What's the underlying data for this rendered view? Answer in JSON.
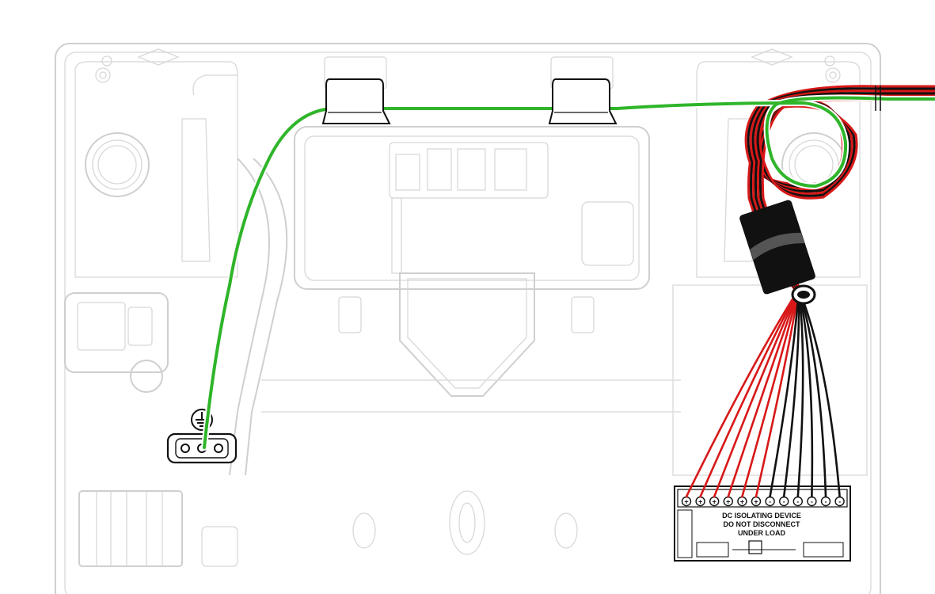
{
  "colors": {
    "earth_wire": "#2fb52a",
    "positive_wire": "#d81818",
    "negative_wire": "#111111",
    "enclosure_outline": "#cfcfcf",
    "background": "#ffffff"
  },
  "icons": {
    "earth_symbol": "protective-earth-icon",
    "terminal_block_earth": "three-pin-earth-terminal-icon"
  },
  "dc_isolator": {
    "label_line1": "DC ISOLATING DEVICE",
    "label_line2": "DO NOT DISCONNECT",
    "label_line3": "UNDER LOAD",
    "positive_terminals": [
      "+",
      "+",
      "+",
      "+",
      "+",
      "+"
    ],
    "negative_terminals": [
      "-",
      "-",
      "-",
      "-",
      "-",
      "-"
    ],
    "terminal_count": 12
  }
}
